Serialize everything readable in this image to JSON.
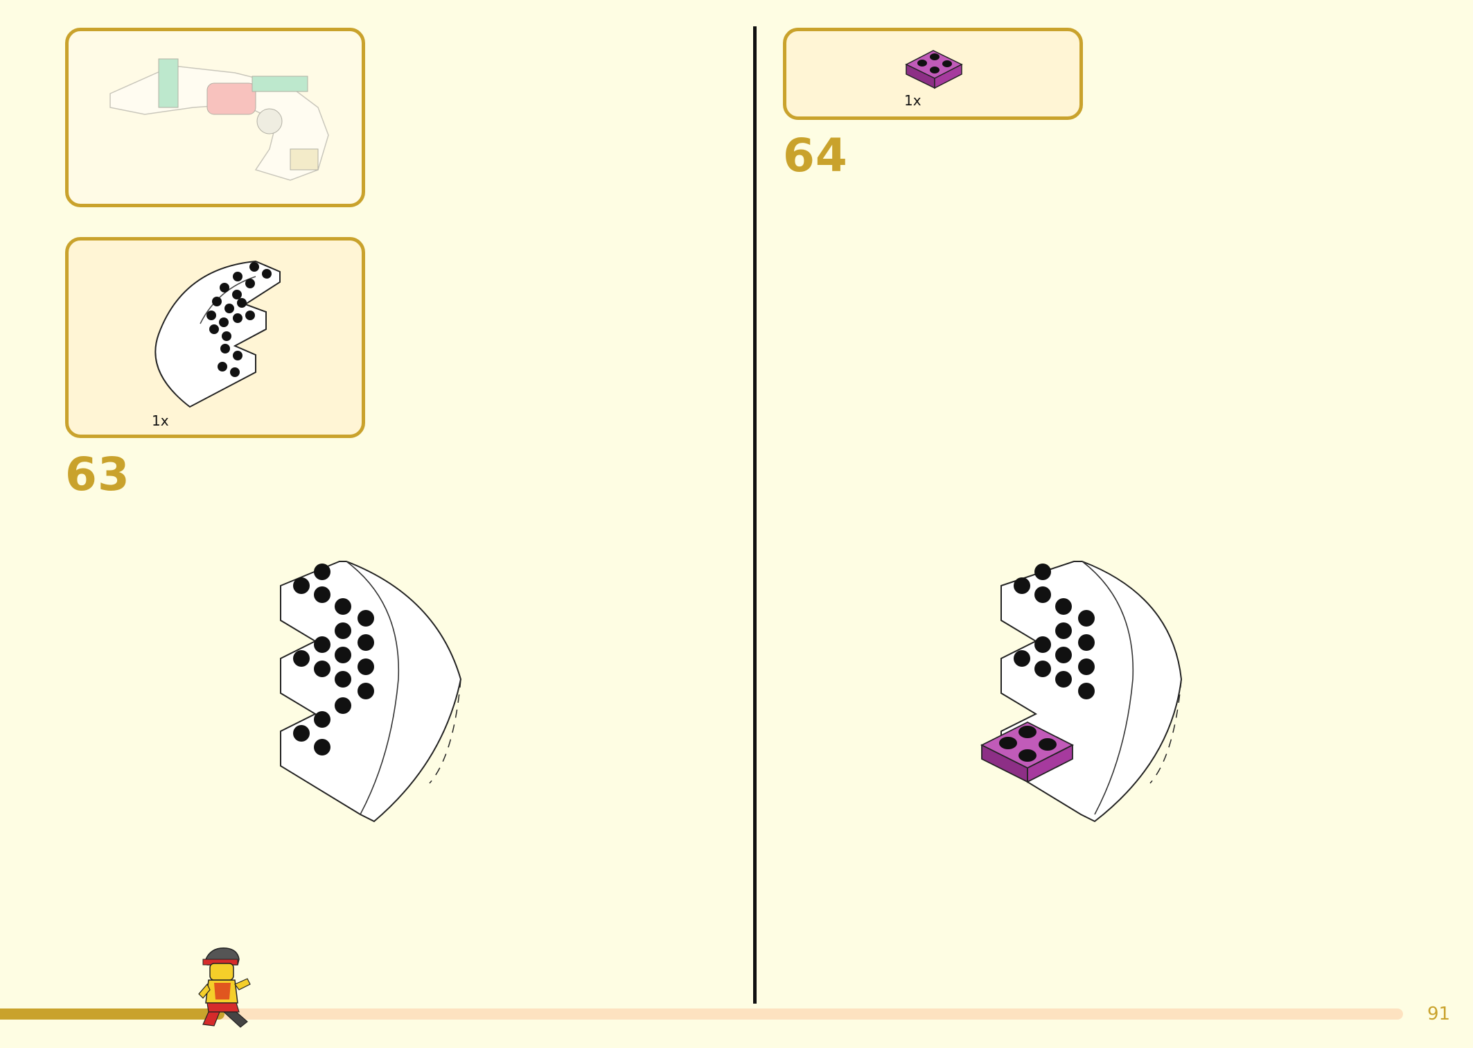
{
  "steps": [
    {
      "number": "63",
      "parts": [
        {
          "quantity": "1x",
          "part": "white-curved-wedge-brick",
          "color": "#ffffff"
        }
      ]
    },
    {
      "number": "64",
      "parts": [
        {
          "quantity": "1x",
          "part": "purple-2x2-plate",
          "color": "#a63a9e"
        }
      ]
    }
  ],
  "colors": {
    "accent": "#c9a22c",
    "background": "#fefde3",
    "purple_plate": "#a63a9e",
    "progress_track": "#fde2c0"
  },
  "progress": {
    "fraction": 0.16
  },
  "page_number": "91"
}
